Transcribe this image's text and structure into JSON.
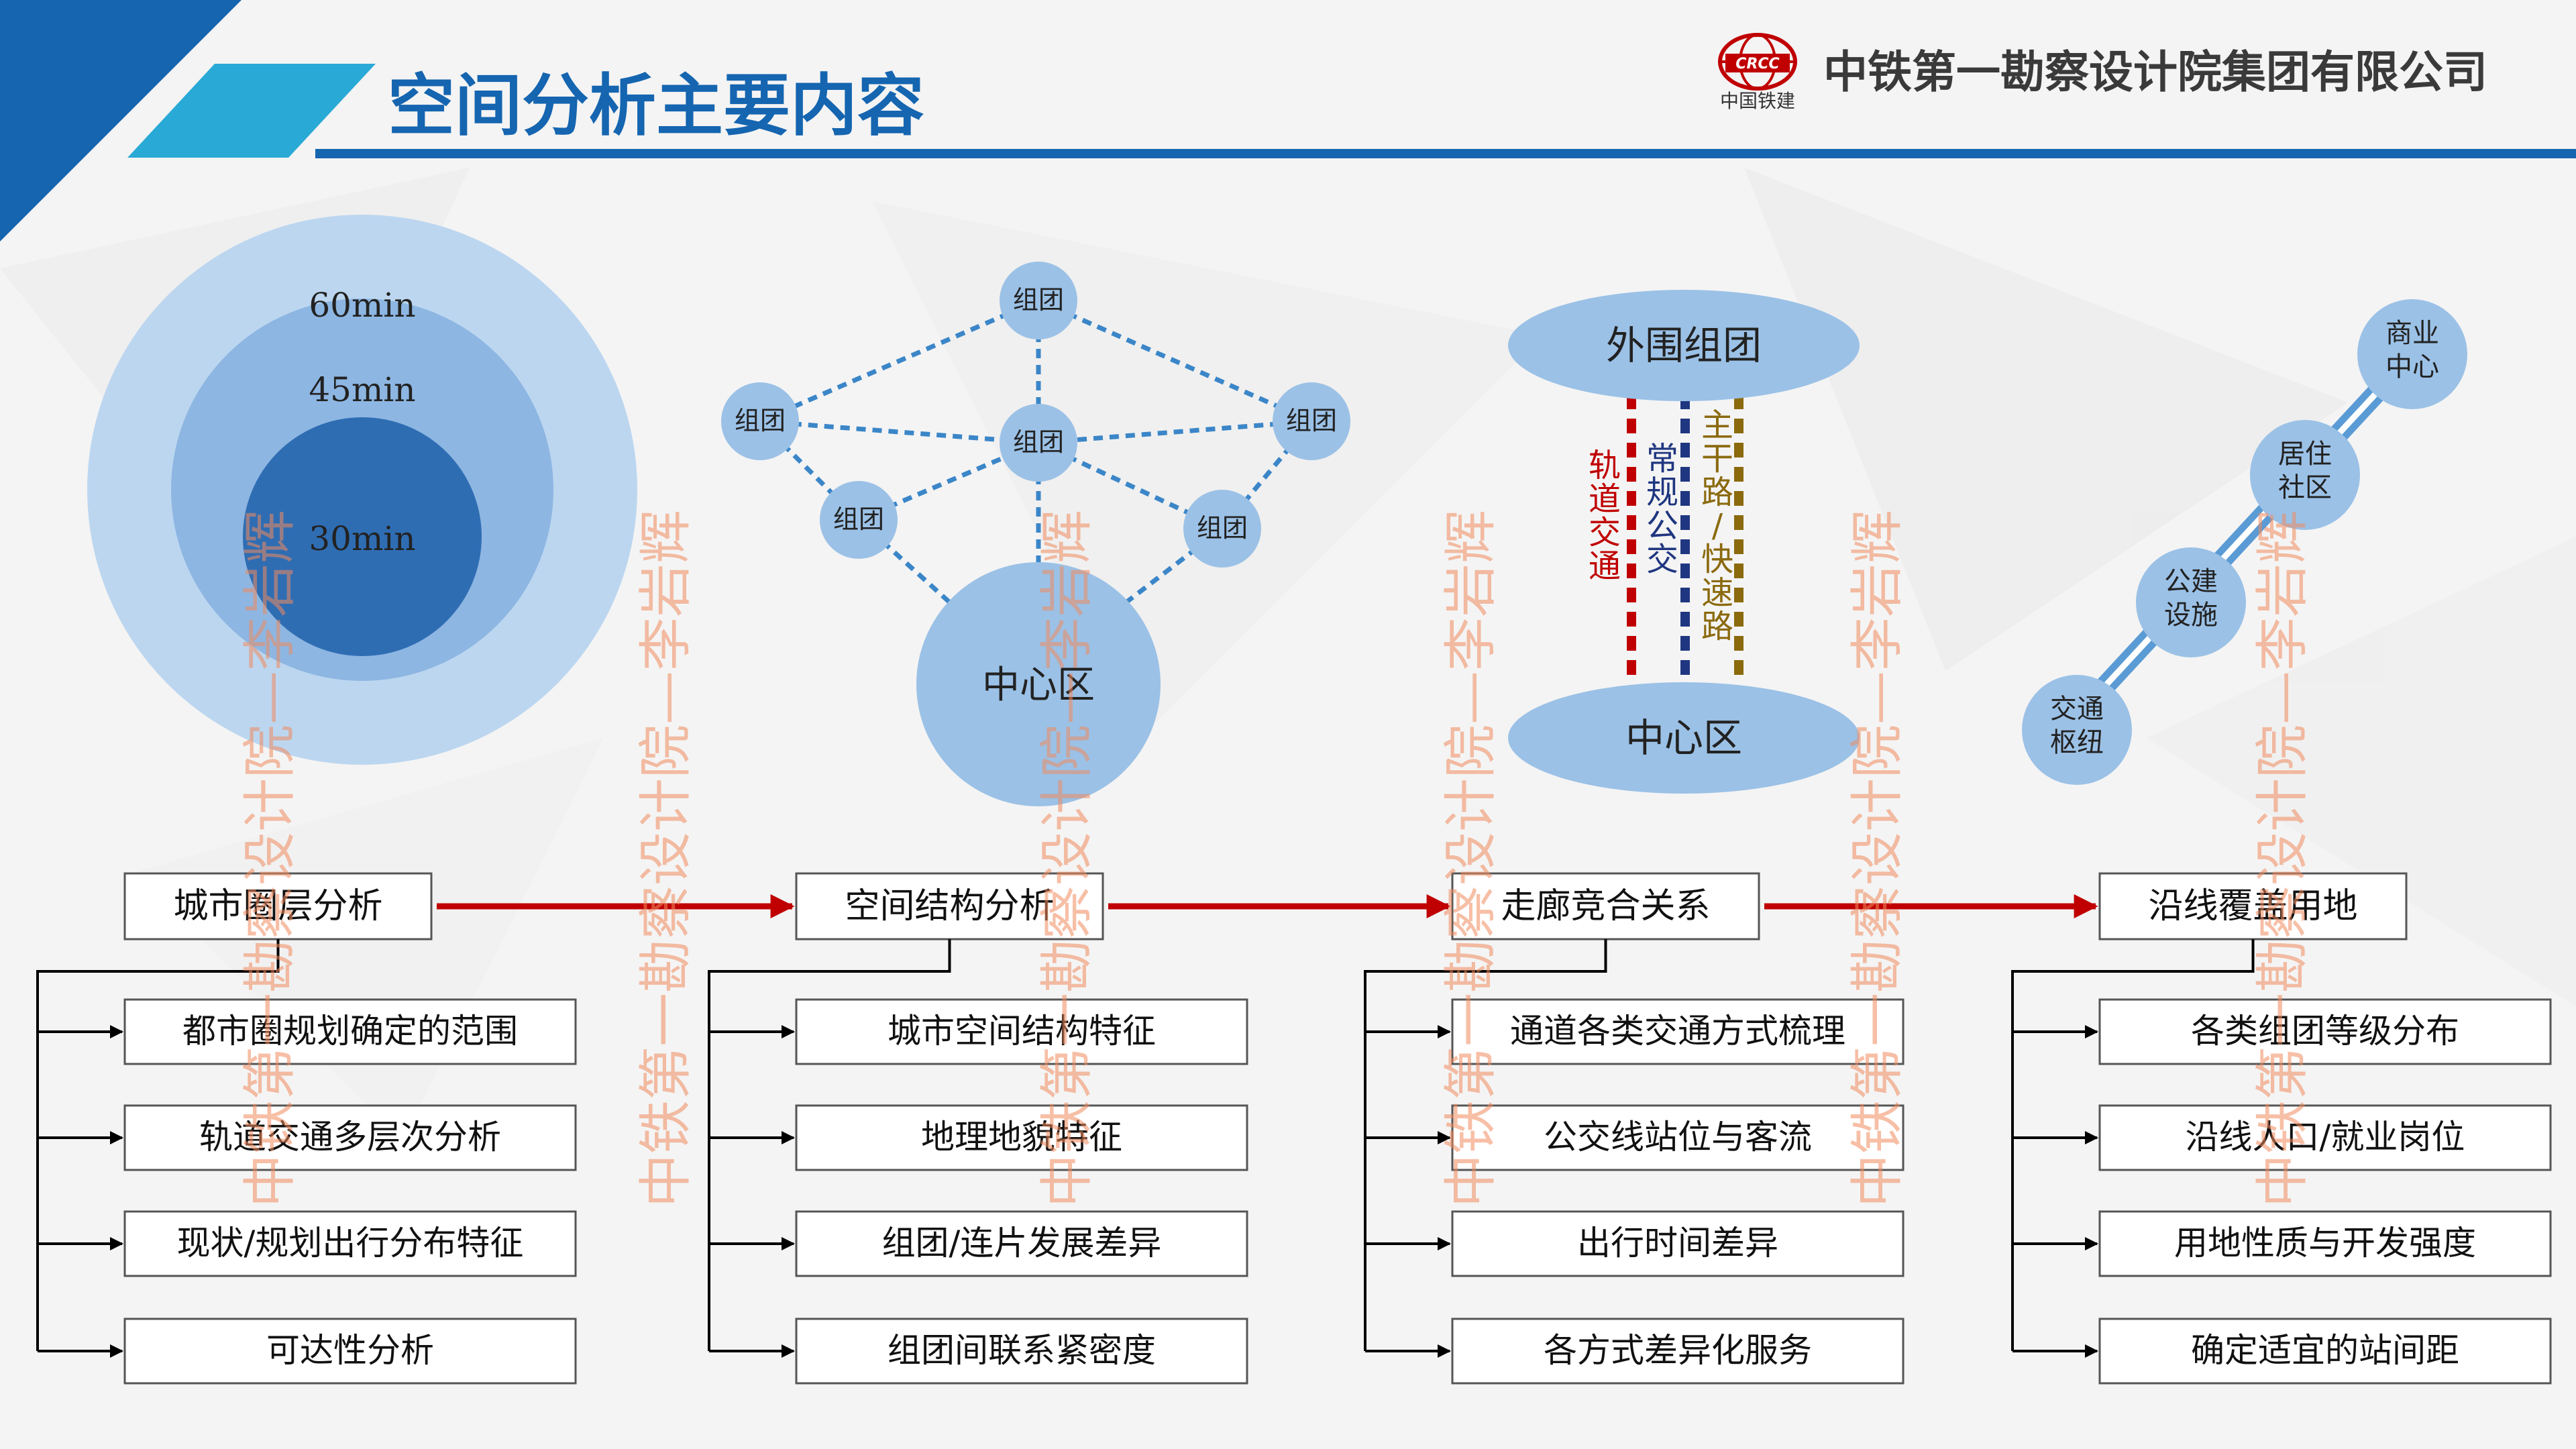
{
  "header": {
    "title": "空间分析主要内容",
    "logo_text": "CRCC",
    "logo_caption": "中国铁建",
    "company": "中铁第一勘察设计院集团有限公司"
  },
  "watermark": "中铁第一勘察设计院—李岩辉",
  "colors": {
    "primary_blue": "#1565b0",
    "light_blue": "#9bc1e6",
    "rail_red": "#c00000",
    "bus_navy": "#1f3680",
    "road_gold": "#8b6a0e",
    "flow_arrow": "#c00000"
  },
  "figure_rings": {
    "labels": [
      "60min",
      "45min",
      "30min"
    ]
  },
  "figure_network": {
    "node_label": "组团",
    "center_label": "中心区"
  },
  "figure_corridor": {
    "top_label": "外围组团",
    "bottom_label": "中心区",
    "lines": [
      "轨道交通",
      "常规公交",
      "主干路/快速路"
    ]
  },
  "figure_line": {
    "stations": [
      "商业中心",
      "居住社区",
      "公建设施",
      "交通枢纽"
    ]
  },
  "flow": [
    {
      "title": "城市圈层分析",
      "items": [
        "都市圈规划确定的范围",
        "轨道交通多层次分析",
        "现状/规划出行分布特征",
        "可达性分析"
      ]
    },
    {
      "title": "空间结构分析",
      "items": [
        "城市空间结构特征",
        "地理地貌特征",
        "组团/连片发展差异",
        "组团间联系紧密度"
      ]
    },
    {
      "title": "走廊竞合关系",
      "items": [
        "通道各类交通方式梳理",
        "公交线站位与客流",
        "出行时间差异",
        "各方式差异化服务"
      ]
    },
    {
      "title": "沿线覆盖用地",
      "items": [
        "各类组团等级分布",
        "沿线人口/就业岗位",
        "用地性质与开发强度",
        "确定适宜的站间距"
      ]
    }
  ]
}
